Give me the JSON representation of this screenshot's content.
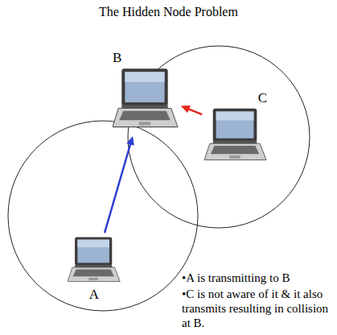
{
  "diagram": {
    "title": "The Hidden Node Problem",
    "nodes": [
      {
        "text": [
          "B"
        ]
      },
      {
        "text": [
          "C"
        ]
      },
      {
        "text": [
          "A"
        ]
      }
    ],
    "edges": [
      {
        "from": 2,
        "to": 0,
        "arrow": "to"
      },
      {
        "from": 1,
        "to": 0,
        "arrow": "to"
      }
    ],
    "labels": [
      "•A is transmitting to B",
      "•C is not aware of it & it also transmits resulting in collision at B."
    ]
  }
}
